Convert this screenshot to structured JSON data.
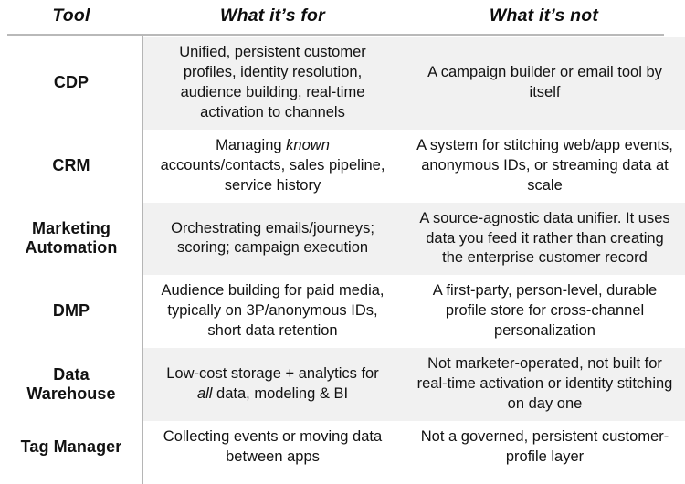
{
  "table": {
    "columns": [
      {
        "key": "tool",
        "label": "Tool"
      },
      {
        "key": "for",
        "label": "What it’s for"
      },
      {
        "key": "not",
        "label": "What it’s not"
      }
    ],
    "colors": {
      "shaded_row_background": "#f1f1f1",
      "plain_row_background": "#ffffff",
      "rule": "#b9b9b9",
      "divider": "#b5b5b5",
      "text": "#121212"
    },
    "rows": [
      {
        "shaded": true,
        "tool": "CDP",
        "for_pre": "Unified, persistent customer profiles, identity resolution, audience building, real-time activation to channels",
        "for_em": "",
        "for_post": "",
        "not_pre": "A campaign builder or email tool by itself",
        "not_em": "",
        "not_post": ""
      },
      {
        "shaded": false,
        "tool": "CRM",
        "for_pre": "Managing ",
        "for_em": "known",
        "for_post": " accounts/contacts, sales pipeline, service history",
        "not_pre": "A system for stitching web/app events, anonymous IDs, or streaming data at scale",
        "not_em": "",
        "not_post": ""
      },
      {
        "shaded": true,
        "tool": "Marketing Automation",
        "for_pre": "Orchestrating emails/journeys; scoring; campaign execution",
        "for_em": "",
        "for_post": "",
        "not_pre": "A source-agnostic data unifier. It uses data you feed it rather than creating the enterprise customer record",
        "not_em": "",
        "not_post": ""
      },
      {
        "shaded": false,
        "tool": "DMP",
        "for_pre": "Audience building for paid media, typically on 3P/anonymous IDs, short data retention",
        "for_em": "",
        "for_post": "",
        "not_pre": "A first-party, person-level, durable profile store for cross-channel personalization",
        "not_em": "",
        "not_post": ""
      },
      {
        "shaded": true,
        "tool": "Data Warehouse",
        "for_pre": "Low-cost storage + analytics for ",
        "for_em": "all",
        "for_post": " data, modeling & BI",
        "not_pre": "Not marketer-operated, not built for real-time activation or identity stitching on day one",
        "not_em": "",
        "not_post": ""
      },
      {
        "shaded": false,
        "tool": "Tag Manager",
        "for_pre": "Collecting events or moving data between apps",
        "for_em": "",
        "for_post": "",
        "not_pre": "Not a governed, persistent customer-profile layer",
        "not_em": "",
        "not_post": ""
      }
    ]
  }
}
